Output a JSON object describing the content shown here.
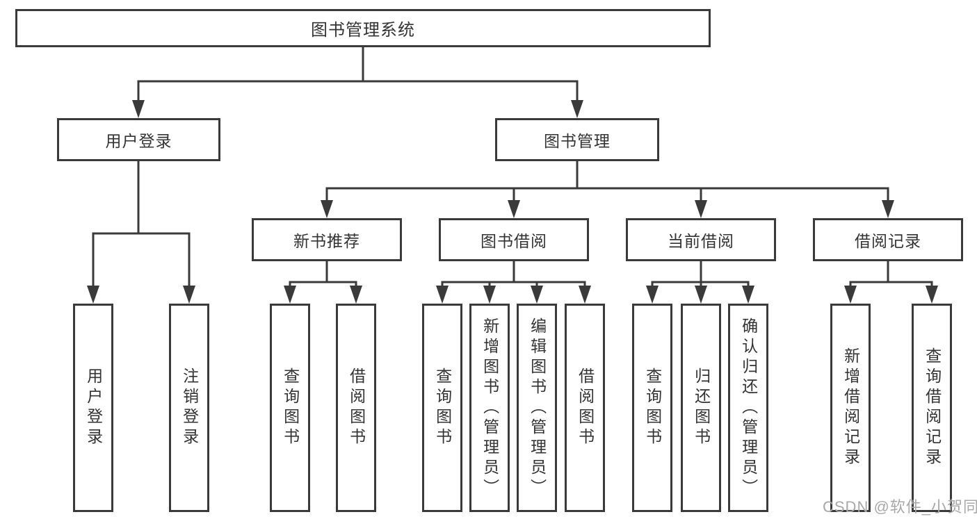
{
  "diagram_type": "tree",
  "colors": {
    "line": "#3a3a3a",
    "text": "#333333",
    "background": "#ffffff",
    "watermark": "#a8a8a8"
  },
  "tree": {
    "label": "图书管理系统",
    "children": [
      {
        "label": "用户登录",
        "children": [
          {
            "label": "用户登录"
          },
          {
            "label": "注销登录"
          }
        ]
      },
      {
        "label": "图书管理",
        "children": [
          {
            "label": "新书推荐",
            "children": [
              {
                "label": "查询图书"
              },
              {
                "label": "借阅图书"
              }
            ]
          },
          {
            "label": "图书借阅",
            "children": [
              {
                "label": "查询图书"
              },
              {
                "label": "新增图书（管理员）"
              },
              {
                "label": "编辑图书（管理员）"
              },
              {
                "label": "借阅图书"
              }
            ]
          },
          {
            "label": "当前借阅",
            "children": [
              {
                "label": "查询图书"
              },
              {
                "label": "归还图书"
              },
              {
                "label": "确认归还（管理员）"
              }
            ]
          },
          {
            "label": "借阅记录",
            "children": [
              {
                "label": "新增借阅记录"
              },
              {
                "label": "查询借阅记录"
              }
            ]
          }
        ]
      }
    ]
  },
  "watermark": "CSDN @软件_小贺同学"
}
